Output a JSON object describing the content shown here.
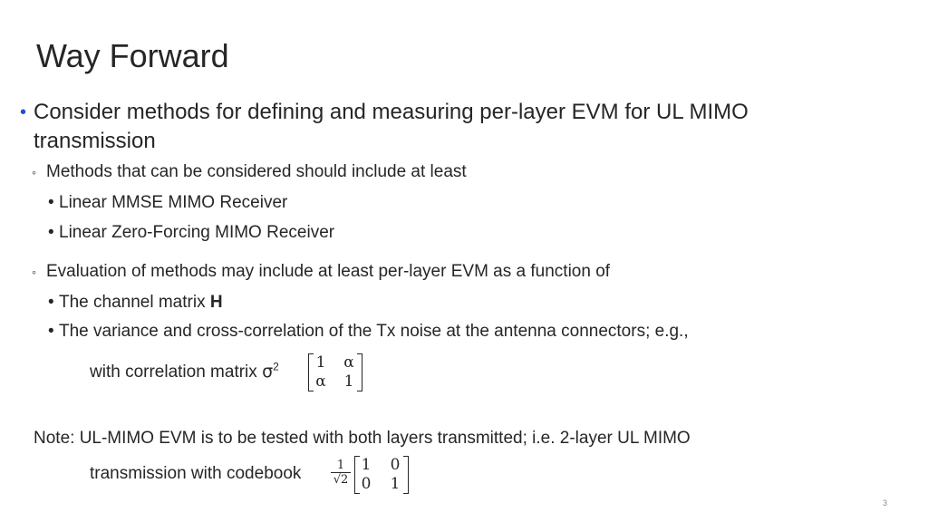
{
  "slide": {
    "title": "Way Forward",
    "bullet1": "Consider methods for defining and measuring per-layer EVM for UL MIMO transmission",
    "sub1": {
      "text": "Methods that can be considered should include at least",
      "items": [
        "Linear MMSE MIMO Receiver",
        "Linear Zero-Forcing MIMO Receiver"
      ]
    },
    "sub2": {
      "text": "Evaluation of methods may include at least per-layer EVM as a function of",
      "item1_prefix": "The channel matrix ",
      "item1_bold": "H",
      "item2": "The variance and cross-correlation of the Tx noise at the antenna connectors; e.g.,",
      "correlation_prefix": "with correlation matrix ",
      "sigma": "σ",
      "sigma_exp": "2",
      "matrix": [
        [
          "1",
          "α"
        ],
        [
          "α",
          "1"
        ]
      ]
    },
    "note": {
      "line1": "Note:  UL-MIMO EVM is to be tested with both layers transmitted; i.e. 2-layer UL MIMO",
      "line2_prefix": "transmission with codebook ",
      "frac_num": "1",
      "frac_den": "√2",
      "matrix": [
        [
          "1",
          "0"
        ],
        [
          "0",
          "1"
        ]
      ]
    },
    "page_number": "3",
    "colors": {
      "accent_bullet": "#1f4fd6",
      "text": "#262626"
    }
  }
}
